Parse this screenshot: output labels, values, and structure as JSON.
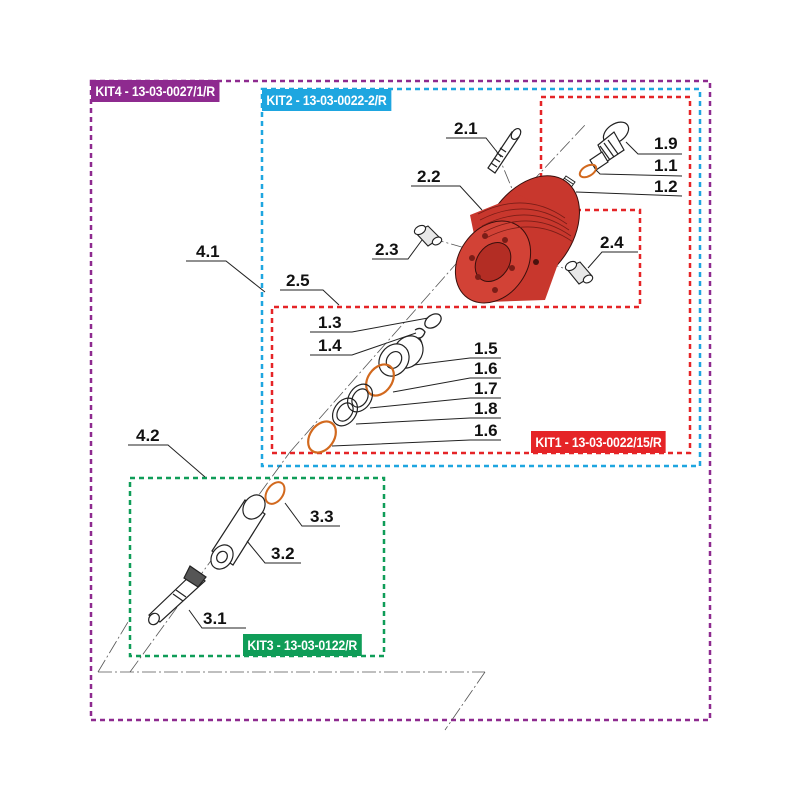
{
  "diagram": {
    "type": "exploded-parts-view",
    "kits": [
      {
        "id": "kit4",
        "label": "KIT4 - 13-03-0027/1/R",
        "color": "#8e2a8f"
      },
      {
        "id": "kit2",
        "label": "KIT2 - 13-03-0022-2/R",
        "color": "#1ea6e0"
      },
      {
        "id": "kit1",
        "label": "KIT1 - 13-03-0022/15/R",
        "color": "#e52427"
      },
      {
        "id": "kit3",
        "label": "KIT3 - 13-03-0122/R",
        "color": "#0f9d58"
      }
    ],
    "callouts": {
      "c2_1": "2.1",
      "c1_9": "1.9",
      "c1_1": "1.1",
      "c1_2": "1.2",
      "c2_2": "2.2",
      "c2_3": "2.3",
      "c2_4": "2.4",
      "c4_1": "4.1",
      "c2_5": "2.5",
      "c1_3": "1.3",
      "c1_4": "1.4",
      "c1_5": "1.5",
      "c1_6a": "1.6",
      "c1_7": "1.7",
      "c1_8": "1.8",
      "c1_6b": "1.6",
      "c4_2": "4.2",
      "c3_3": "3.3",
      "c3_2": "3.2",
      "c3_1": "3.1"
    },
    "colors": {
      "body_red": "#c8372d",
      "oring_orange": "#d2691e",
      "leader": "#222222"
    }
  }
}
